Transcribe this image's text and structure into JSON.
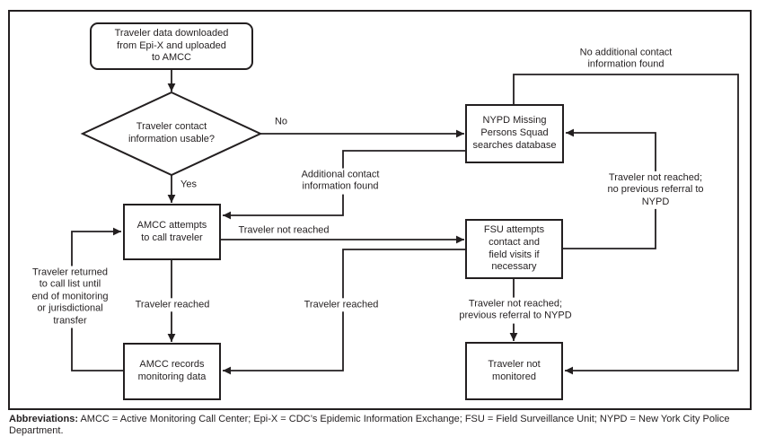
{
  "colors": {
    "ink": "#231f20",
    "background": "#ffffff"
  },
  "nodes": {
    "start": {
      "label": "Traveler data downloaded\nfrom Epi-X and uploaded\nto AMCC"
    },
    "decision": {
      "label": "Traveler contact\ninformation usable?"
    },
    "nypd": {
      "label": "NYPD Missing\nPersons Squad\nsearches database"
    },
    "amcc_attempts": {
      "label": "AMCC attempts\nto call traveler"
    },
    "fsu": {
      "label": "FSU attempts\ncontact and\nfield visits if\nnecessary"
    },
    "amcc_records": {
      "label": "AMCC records\nmonitoring data"
    },
    "not_monitored": {
      "label": "Traveler not\nmonitored"
    }
  },
  "edge_labels": {
    "no": "No",
    "yes": "Yes",
    "no_additional_info": "No additional contact\ninformation found",
    "additional_info_found": "Additional contact\ninformation found",
    "traveler_not_reached": "Traveler not reached",
    "not_reached_no_referral": "Traveler not reached;\nno previous referral to\nNYPD",
    "returned_to_call_list": "Traveler returned\nto call list until\nend of monitoring\nor jurisdictional\ntransfer",
    "traveler_reached_left": "Traveler reached",
    "traveler_reached_right": "Traveler reached",
    "not_reached_prev_referral": "Traveler not reached;\nprevious referral to NYPD"
  },
  "footer": {
    "bold": "Abbreviations:",
    "text": " AMCC = Active Monitoring Call Center; Epi-X = CDC’s Epidemic Information Exchange; FSU = Field Surveillance Unit; NYPD = New York City Police Department."
  }
}
